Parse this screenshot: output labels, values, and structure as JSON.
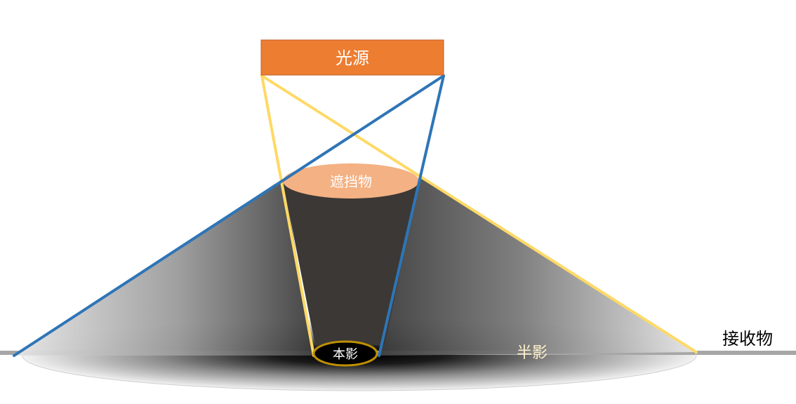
{
  "light_source": {
    "label": "光源",
    "color": "#ED7D31"
  },
  "obstacle": {
    "label": "遮挡物",
    "color": "#F4B183"
  },
  "umbra": {
    "label": "本影",
    "ring_color": "#BF9000"
  },
  "penumbra": {
    "label": "半影",
    "label_color": "#FFF2CC"
  },
  "receiver": {
    "label": "接收物",
    "line_color": "#A6A6A6"
  },
  "rays": {
    "yellow_color": "#FFD966",
    "blue_color": "#2E75B6"
  }
}
